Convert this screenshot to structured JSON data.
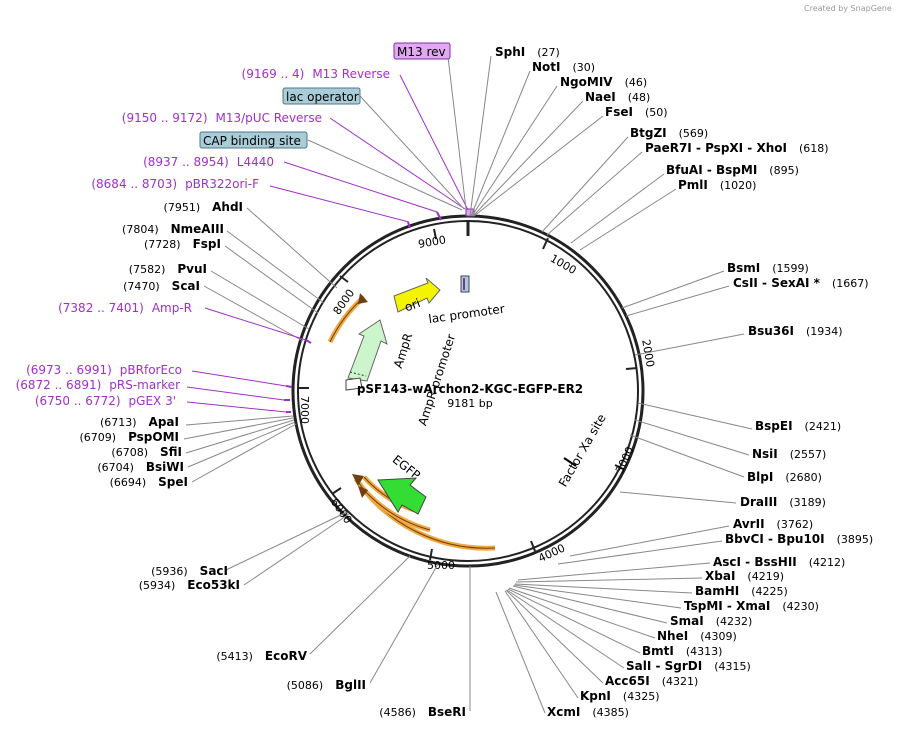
{
  "credit": "Created by SnapGene",
  "plasmid": {
    "name": "pSF143-wArchon2-KGC-EGFP-ER2",
    "size_label": "9181 bp",
    "length": 9181
  },
  "ticks": [
    "1000",
    "2000",
    "3000",
    "4000",
    "5000",
    "6000",
    "7000",
    "8000",
    "9000"
  ],
  "boxed_features": [
    {
      "text": "M13 rev",
      "fill": "#e0a8f0",
      "stroke": "#8030a0"
    },
    {
      "text": "lac operator",
      "fill": "#a8ccd8",
      "stroke": "#507888"
    },
    {
      "text": "CAP binding site",
      "fill": "#a8ccd8",
      "stroke": "#507888"
    }
  ],
  "primers": [
    {
      "range": "(9169 .. 4)",
      "name": "M13 Reverse"
    },
    {
      "range": "(9150 .. 9172)",
      "name": "M13/pUC Reverse"
    },
    {
      "range": "(8937 .. 8954)",
      "name": "L4440"
    },
    {
      "range": "(8684 .. 8703)",
      "name": "pBR322ori-F"
    },
    {
      "range": "(7382 .. 7401)",
      "name": "Amp-R"
    },
    {
      "range": "(6973 .. 6991)",
      "name": "pBRforEco"
    },
    {
      "range": "(6872 .. 6891)",
      "name": "pRS-marker"
    },
    {
      "range": "(6750 .. 6772)",
      "name": "pGEX 3'"
    }
  ],
  "enzymes_right": [
    {
      "name": "SphI",
      "pos": "(27)"
    },
    {
      "name": "NotI",
      "pos": "(30)"
    },
    {
      "name": "NgoMIV",
      "pos": "(46)"
    },
    {
      "name": "NaeI",
      "pos": "(48)"
    },
    {
      "name": "FseI",
      "pos": "(50)"
    },
    {
      "name": "BtgZI",
      "pos": "(569)"
    },
    {
      "name": "PaeR7I  -  PspXI  -  XhoI",
      "pos": "(618)"
    },
    {
      "name": "BfuAI  -  BspMI",
      "pos": "(895)"
    },
    {
      "name": "PmlI",
      "pos": "(1020)"
    },
    {
      "name": "BsmI",
      "pos": "(1599)"
    },
    {
      "name": "CsII  -  SexAI *",
      "pos": "(1667)"
    },
    {
      "name": "Bsu36I",
      "pos": "(1934)"
    },
    {
      "name": "BspEI",
      "pos": "(2421)"
    },
    {
      "name": "NsiI",
      "pos": "(2557)"
    },
    {
      "name": "BlpI",
      "pos": "(2680)"
    },
    {
      "name": "DraIII",
      "pos": "(3189)"
    },
    {
      "name": "AvrII",
      "pos": "(3762)"
    },
    {
      "name": "BbvCI  -  Bpu10I",
      "pos": "(3895)"
    },
    {
      "name": "AscI  -  BssHII",
      "pos": "(4212)"
    },
    {
      "name": "XbaI",
      "pos": "(4219)"
    },
    {
      "name": "BamHI",
      "pos": "(4225)"
    },
    {
      "name": "TspMI  -  XmaI",
      "pos": "(4230)"
    },
    {
      "name": "SmaI",
      "pos": "(4232)"
    },
    {
      "name": "NheI",
      "pos": "(4309)"
    },
    {
      "name": "BmtI",
      "pos": "(4313)"
    },
    {
      "name": "SalI  -  SgrDI",
      "pos": "(4315)"
    },
    {
      "name": "Acc65I",
      "pos": "(4321)"
    },
    {
      "name": "KpnI",
      "pos": "(4325)"
    },
    {
      "name": "XcmI",
      "pos": "(4385)"
    }
  ],
  "enzymes_left": [
    {
      "name": "AhdI",
      "pos": "(7951)"
    },
    {
      "name": "NmeAIII",
      "pos": "(7804)"
    },
    {
      "name": "FspI",
      "pos": "(7728)"
    },
    {
      "name": "PvuI",
      "pos": "(7582)"
    },
    {
      "name": "ScaI",
      "pos": "(7470)"
    },
    {
      "name": "ApaI",
      "pos": "(6713)"
    },
    {
      "name": "PspOMI",
      "pos": "(6709)"
    },
    {
      "name": "SfiI",
      "pos": "(6708)"
    },
    {
      "name": "BsiWI",
      "pos": "(6704)"
    },
    {
      "name": "SpeI",
      "pos": "(6694)"
    },
    {
      "name": "SacI",
      "pos": "(5936)"
    },
    {
      "name": "Eco53kI",
      "pos": "(5934)"
    },
    {
      "name": "EcoRV",
      "pos": "(5413)"
    },
    {
      "name": "BglII",
      "pos": "(5086)"
    },
    {
      "name": "BseRI",
      "pos": "(4586)"
    }
  ],
  "features": [
    {
      "name": "ori",
      "color": "#f4f400"
    },
    {
      "name": "lac promoter",
      "color": "#ffffff"
    },
    {
      "name": "AmpR",
      "color": "#ccf5cc"
    },
    {
      "name": "AmpR promoter",
      "color": "#ffffff"
    },
    {
      "name": "EGFP",
      "color": "#33dd33"
    },
    {
      "name": "Factor Xa site",
      "color": "#000000"
    }
  ],
  "colors": {
    "primer": "#a030c8",
    "orf": "#f0a840",
    "backbone": "#222222"
  }
}
